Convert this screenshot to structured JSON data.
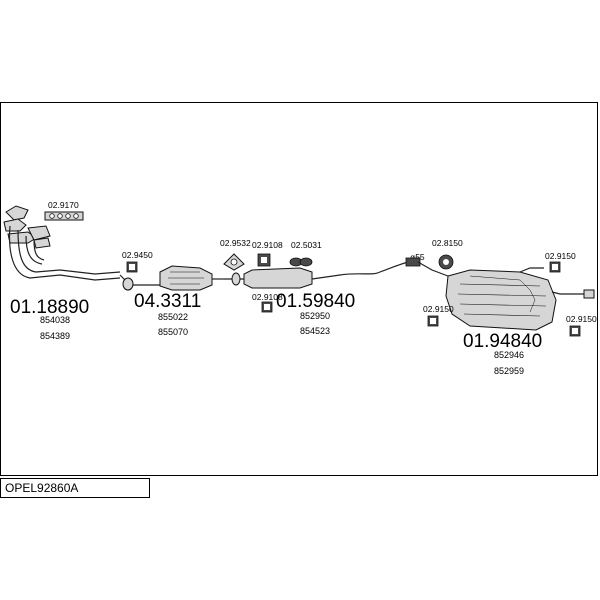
{
  "reference": "OPEL92860A",
  "groups": [
    {
      "code": "01.18890",
      "parts": [
        "854038",
        "854389"
      ]
    },
    {
      "code": "04.3311",
      "parts": [
        "855022",
        "855070"
      ]
    },
    {
      "code": "01.59840",
      "parts": [
        "852950",
        "854523"
      ]
    },
    {
      "code": "01.94840",
      "parts": [
        "852946",
        "852959"
      ]
    }
  ],
  "accessories": {
    "gasket_manifold": "02.9170",
    "clamp_front": "02.9450",
    "flange_gasket": "02.9532",
    "hanger_a": "02.9108",
    "hanger_b": "02.9108",
    "hanger_c": "02.5031",
    "clamp_rear": "02.8150",
    "hanger_rear_1": "02.9150",
    "hanger_rear_2": "02.9150",
    "hanger_rear_3": "02.9150"
  },
  "pipe_diameter": "ø55"
}
